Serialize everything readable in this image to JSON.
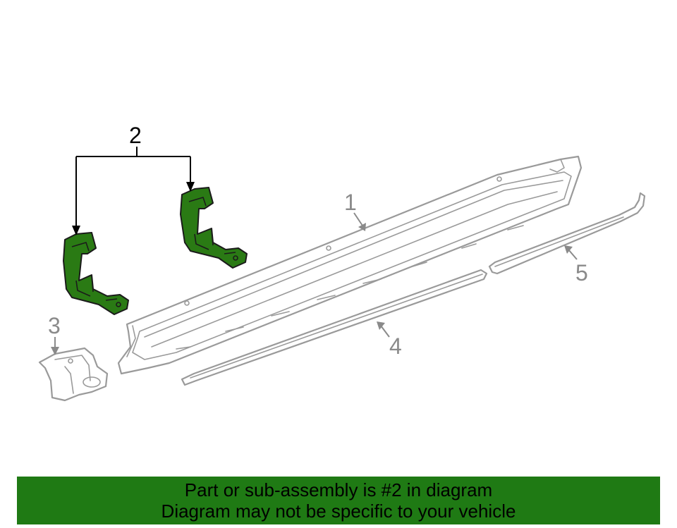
{
  "colors": {
    "highlight": "#2a7a14",
    "banner_bg": "#1f7a14",
    "part_stroke": "#9a9a9a",
    "callout_active": "#000000",
    "callout_inactive": "#8a8a8a"
  },
  "callouts": {
    "c1": "1",
    "c2": "2",
    "c3": "3",
    "c4": "4",
    "c5": "5"
  },
  "banner": {
    "line1": "Part or sub-assembly is #2 in diagram",
    "line2": "Diagram may not be specific to your vehicle"
  }
}
